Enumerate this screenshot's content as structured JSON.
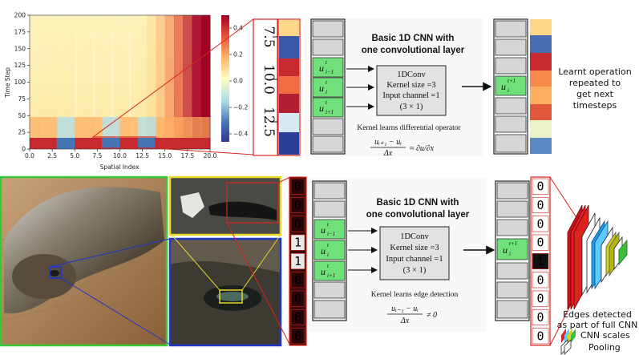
{
  "heatmap": {
    "ylabel": "Time Step",
    "xlabel": "Spatial Index",
    "y_ticks": [
      "0",
      "25",
      "50",
      "75",
      "100",
      "125",
      "150",
      "175",
      "200"
    ],
    "x_ticks": [
      "0.0",
      "2.5",
      "5.0",
      "7.5",
      "10.0",
      "12.5",
      "15.0",
      "17.5",
      "20.0"
    ],
    "colorbar_ticks": [
      "0.4",
      "0.2",
      "0.0",
      "−0.2",
      "−0.4"
    ],
    "colormap": "RdYlBu_r"
  },
  "zoom_ticks": [
    "7.5",
    "10.0",
    "12.5"
  ],
  "top_panel": {
    "title_line1": "Basic 1D CNN with",
    "title_line2": "one convolutional layer",
    "box_line1": "1DConv",
    "box_line2": "Kernel size =3",
    "box_line3": "Input channel =1",
    "box_line4": "(3 × 1)",
    "caption": "Kernel learns differential operator",
    "formula_num": "uᵢ₊₁ − uᵢ",
    "formula_den": "Δx",
    "formula_rhs": "≈ ∂u/∂x"
  },
  "bottom_panel": {
    "title_line1": "Basic 1D CNN with",
    "title_line2": "one convolutional layer",
    "box_line1": "1DConv",
    "box_line2": "Kernel size =3",
    "box_line3": "Input channel =1",
    "box_line4": "(3 × 1)",
    "caption": "Kernel learns edge detection",
    "formula_num": "uᵢ₋₁ − uᵢ",
    "formula_den": "Δx",
    "formula_rhs": "≠ 0"
  },
  "cell_labels": {
    "prev": "u",
    "cur": "u",
    "next": "u",
    "out": "u"
  },
  "right_text": {
    "line1": "Learnt operation",
    "line2": "repeated to",
    "line3": "get next",
    "line4": "timesteps"
  },
  "input_bits": [
    "0",
    "0",
    "0",
    "1",
    "1",
    "0",
    "0",
    "0",
    "0"
  ],
  "output_bits": [
    "0",
    "0",
    "0",
    "0",
    "1",
    "0",
    "0",
    "0",
    "0"
  ],
  "cnn_text": {
    "line1": "Edges detected",
    "line2": "as part of full CNN",
    "legend_scales": "CNN scales",
    "legend_pooling": "Pooling"
  },
  "colors": {
    "green_cell": "#6fe07a",
    "red_outline": "#d9241f",
    "blue_outline": "#2135c8",
    "yellow_outline": "#e8d82a",
    "green_outline": "#38c83a"
  }
}
